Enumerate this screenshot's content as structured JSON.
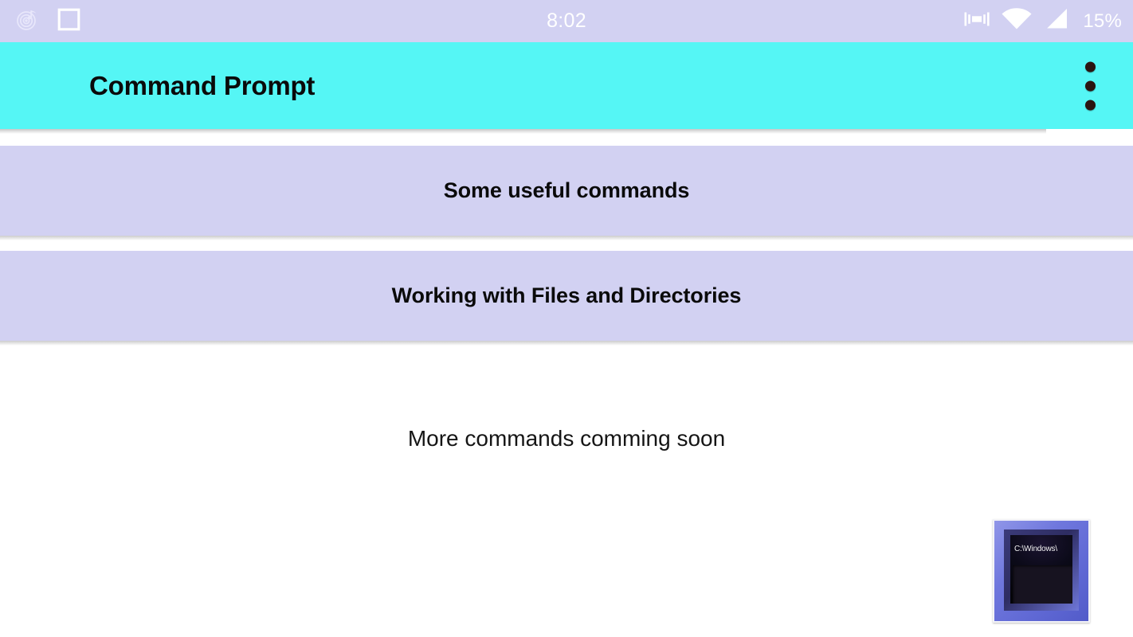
{
  "status_bar": {
    "background_color": "#d2d1f2",
    "clock": "8:02",
    "battery_percent": "15%",
    "left_icons": [
      {
        "name": "music-note-icon",
        "label": "music-note-icon"
      },
      {
        "name": "square-notification-icon",
        "label": "square-notification-icon"
      }
    ],
    "right_icons": [
      {
        "name": "vibrate-mode-icon",
        "label": "vibrate-mode-icon"
      },
      {
        "name": "wifi-icon",
        "label": "wifi-icon"
      },
      {
        "name": "cellular-signal-icon",
        "label": "cellular-signal-icon"
      }
    ]
  },
  "app_bar": {
    "title": "Command Prompt",
    "background_color": "#55f6f5",
    "title_color": "#0a0a0a",
    "overflow_menu": {
      "name": "more-options",
      "dot_count": 3,
      "dot_color": "#2b1410"
    }
  },
  "main": {
    "cards": [
      {
        "title": "Some useful commands"
      },
      {
        "title": "Working with Files and Directories"
      }
    ],
    "card_background_color": "#d2d1f2",
    "footer_text": "More commands comming soon"
  },
  "cmd_icon": {
    "screen_text": "C:\\Windows\\",
    "frame_color": "#6f77dd",
    "screen_color": "#0b0a18"
  }
}
